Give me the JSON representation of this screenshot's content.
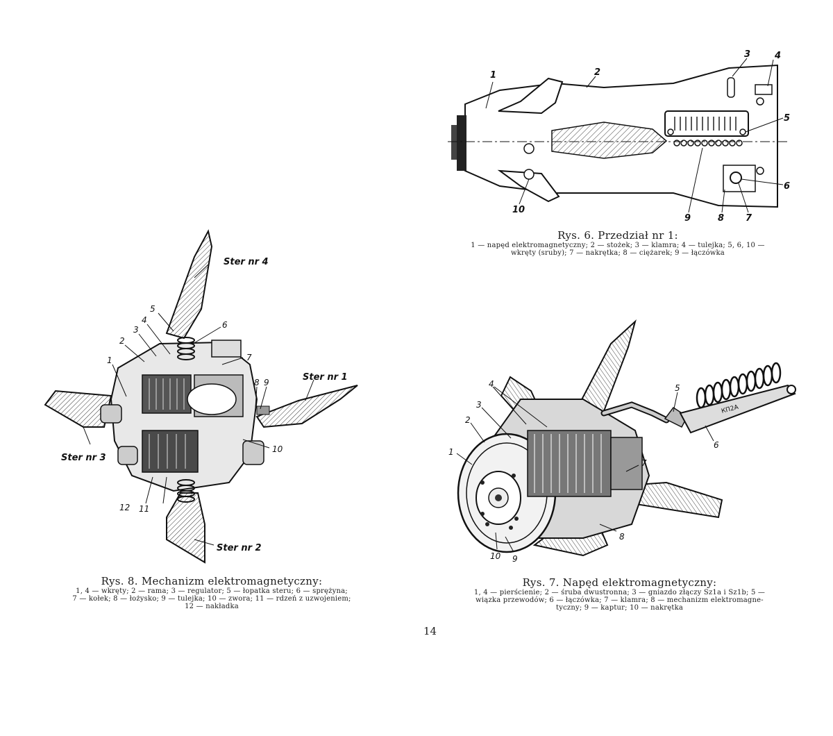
{
  "page_number": "14",
  "fig6": {
    "title": "Rys. 6. Przedział nr 1:",
    "legend_line1": "1 — napęd elektromagnetyczny; 2 — stożek; 3 — klamra; 4 — tulejka; 5, 6, 10 —",
    "legend_line2": "wkręty (sruby); 7 — nakrętka; 8 — ciężarek; 9 — łączówka",
    "labels": [
      "1",
      "2",
      "3",
      "4",
      "5",
      "6",
      "7",
      "8",
      "9",
      "10"
    ]
  },
  "fig8": {
    "title": "Rys. 8. Mechanizm elektromagnetyczny:",
    "legend_line1": "1, 4 — wkręty; 2 — rama; 3 — regulator; 5 — łopatka steru; 6 — sprężyna;",
    "legend_line2": "7 — kołek; 8 — łożysko; 9 — tulejka; 10 — zwora; 11 — rdzeń z uzwojeniem;",
    "legend_line3": "12 — nakładka",
    "labels": [
      "1",
      "2",
      "3",
      "4",
      "5",
      "6",
      "7",
      "8",
      "9",
      "10",
      "11",
      "12"
    ],
    "rudders": [
      "Ster nr 1",
      "Ster nr 2",
      "Ster nr 3",
      "Ster nr 4"
    ]
  },
  "fig7": {
    "title": "Rys. 7. Napęd elektromagnetyczny:",
    "legend_line1": "1, 4 — pierścienie; 2 — śruba dwustronna; 3 — gniazdo złączy Sz1a i Sz1b; 5 —",
    "legend_line2": "wiązka przewodów; 6 — łączówka; 7 — klamra; 8 — mechanizm elektromagne-",
    "legend_line3": "tyczny; 9 — kaptur; 10 — nakrętka",
    "labels": [
      "1",
      "2",
      "3",
      "4",
      "5",
      "6",
      "7",
      "8",
      "9",
      "10"
    ],
    "connector_text": "КП2А"
  }
}
